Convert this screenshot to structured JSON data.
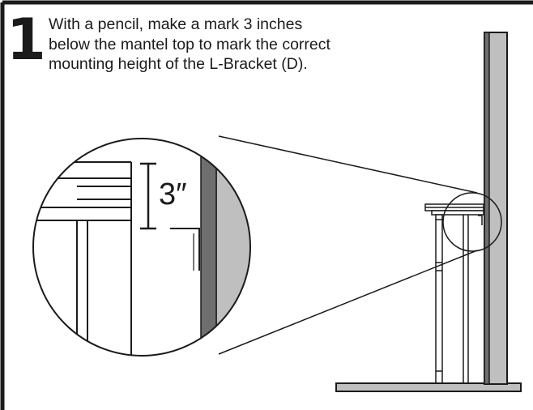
{
  "step": {
    "number": "1",
    "instruction": "With a pencil, make a mark 3 inches below the mantel top to mark the correct mounting height of the L-Bracket (D)."
  },
  "illustration": {
    "dimension_label": "3″"
  },
  "colors": {
    "line": "#1b1b1b",
    "wall_fill": "#bfbfbf",
    "wall_edge_fill": "#6e6e6e",
    "background": "#ffffff"
  }
}
